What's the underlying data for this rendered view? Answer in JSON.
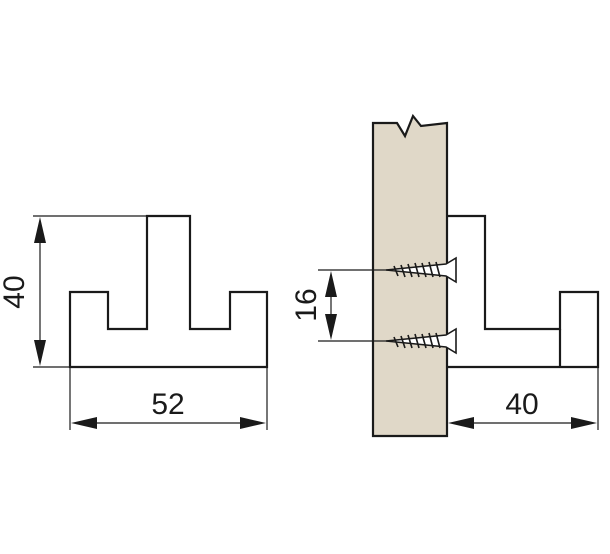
{
  "colors": {
    "line": "#1a1a1a",
    "wood": "#e0d8c8",
    "background": "#ffffff"
  },
  "dimensions": {
    "front_height": "40",
    "front_width": "52",
    "screw_spacing": "16",
    "side_depth": "40"
  }
}
